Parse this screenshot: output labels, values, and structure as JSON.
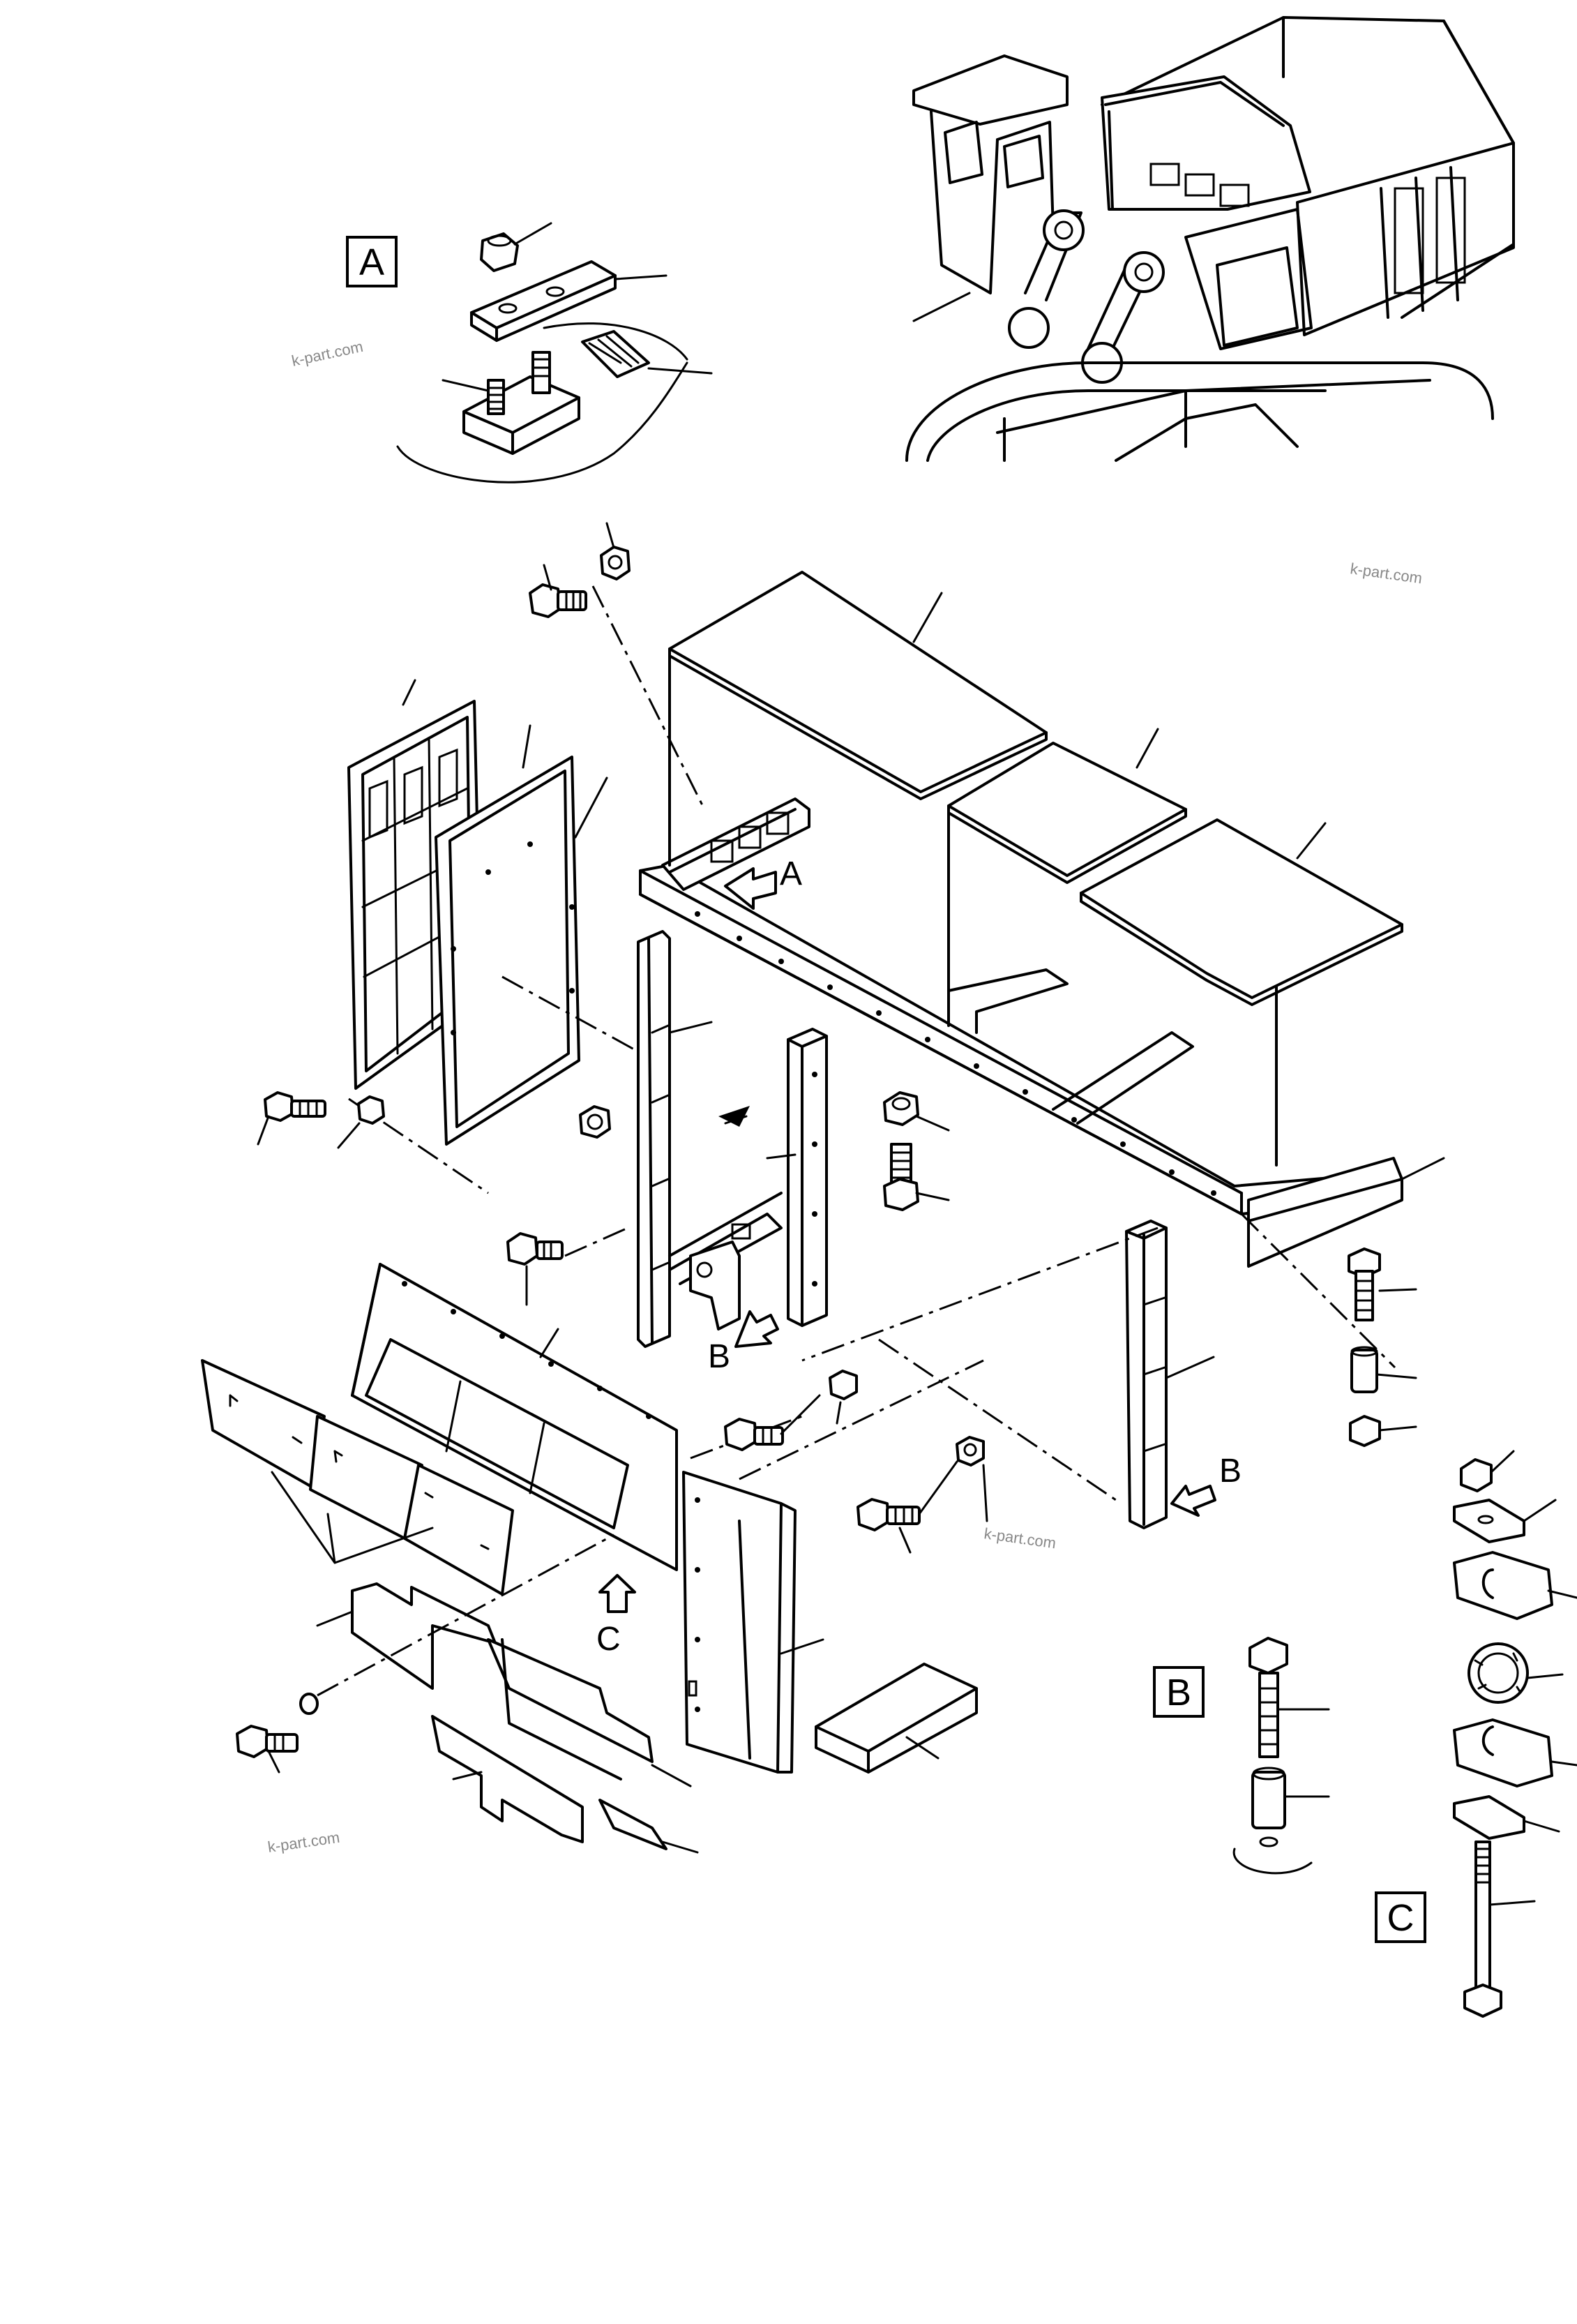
{
  "detail_labels": {
    "a": "A",
    "b": "B",
    "c": "C"
  },
  "reference_arrows": {
    "a": "A",
    "b1": "B",
    "b2": "B",
    "c": "C"
  },
  "watermark": "k-part.com"
}
